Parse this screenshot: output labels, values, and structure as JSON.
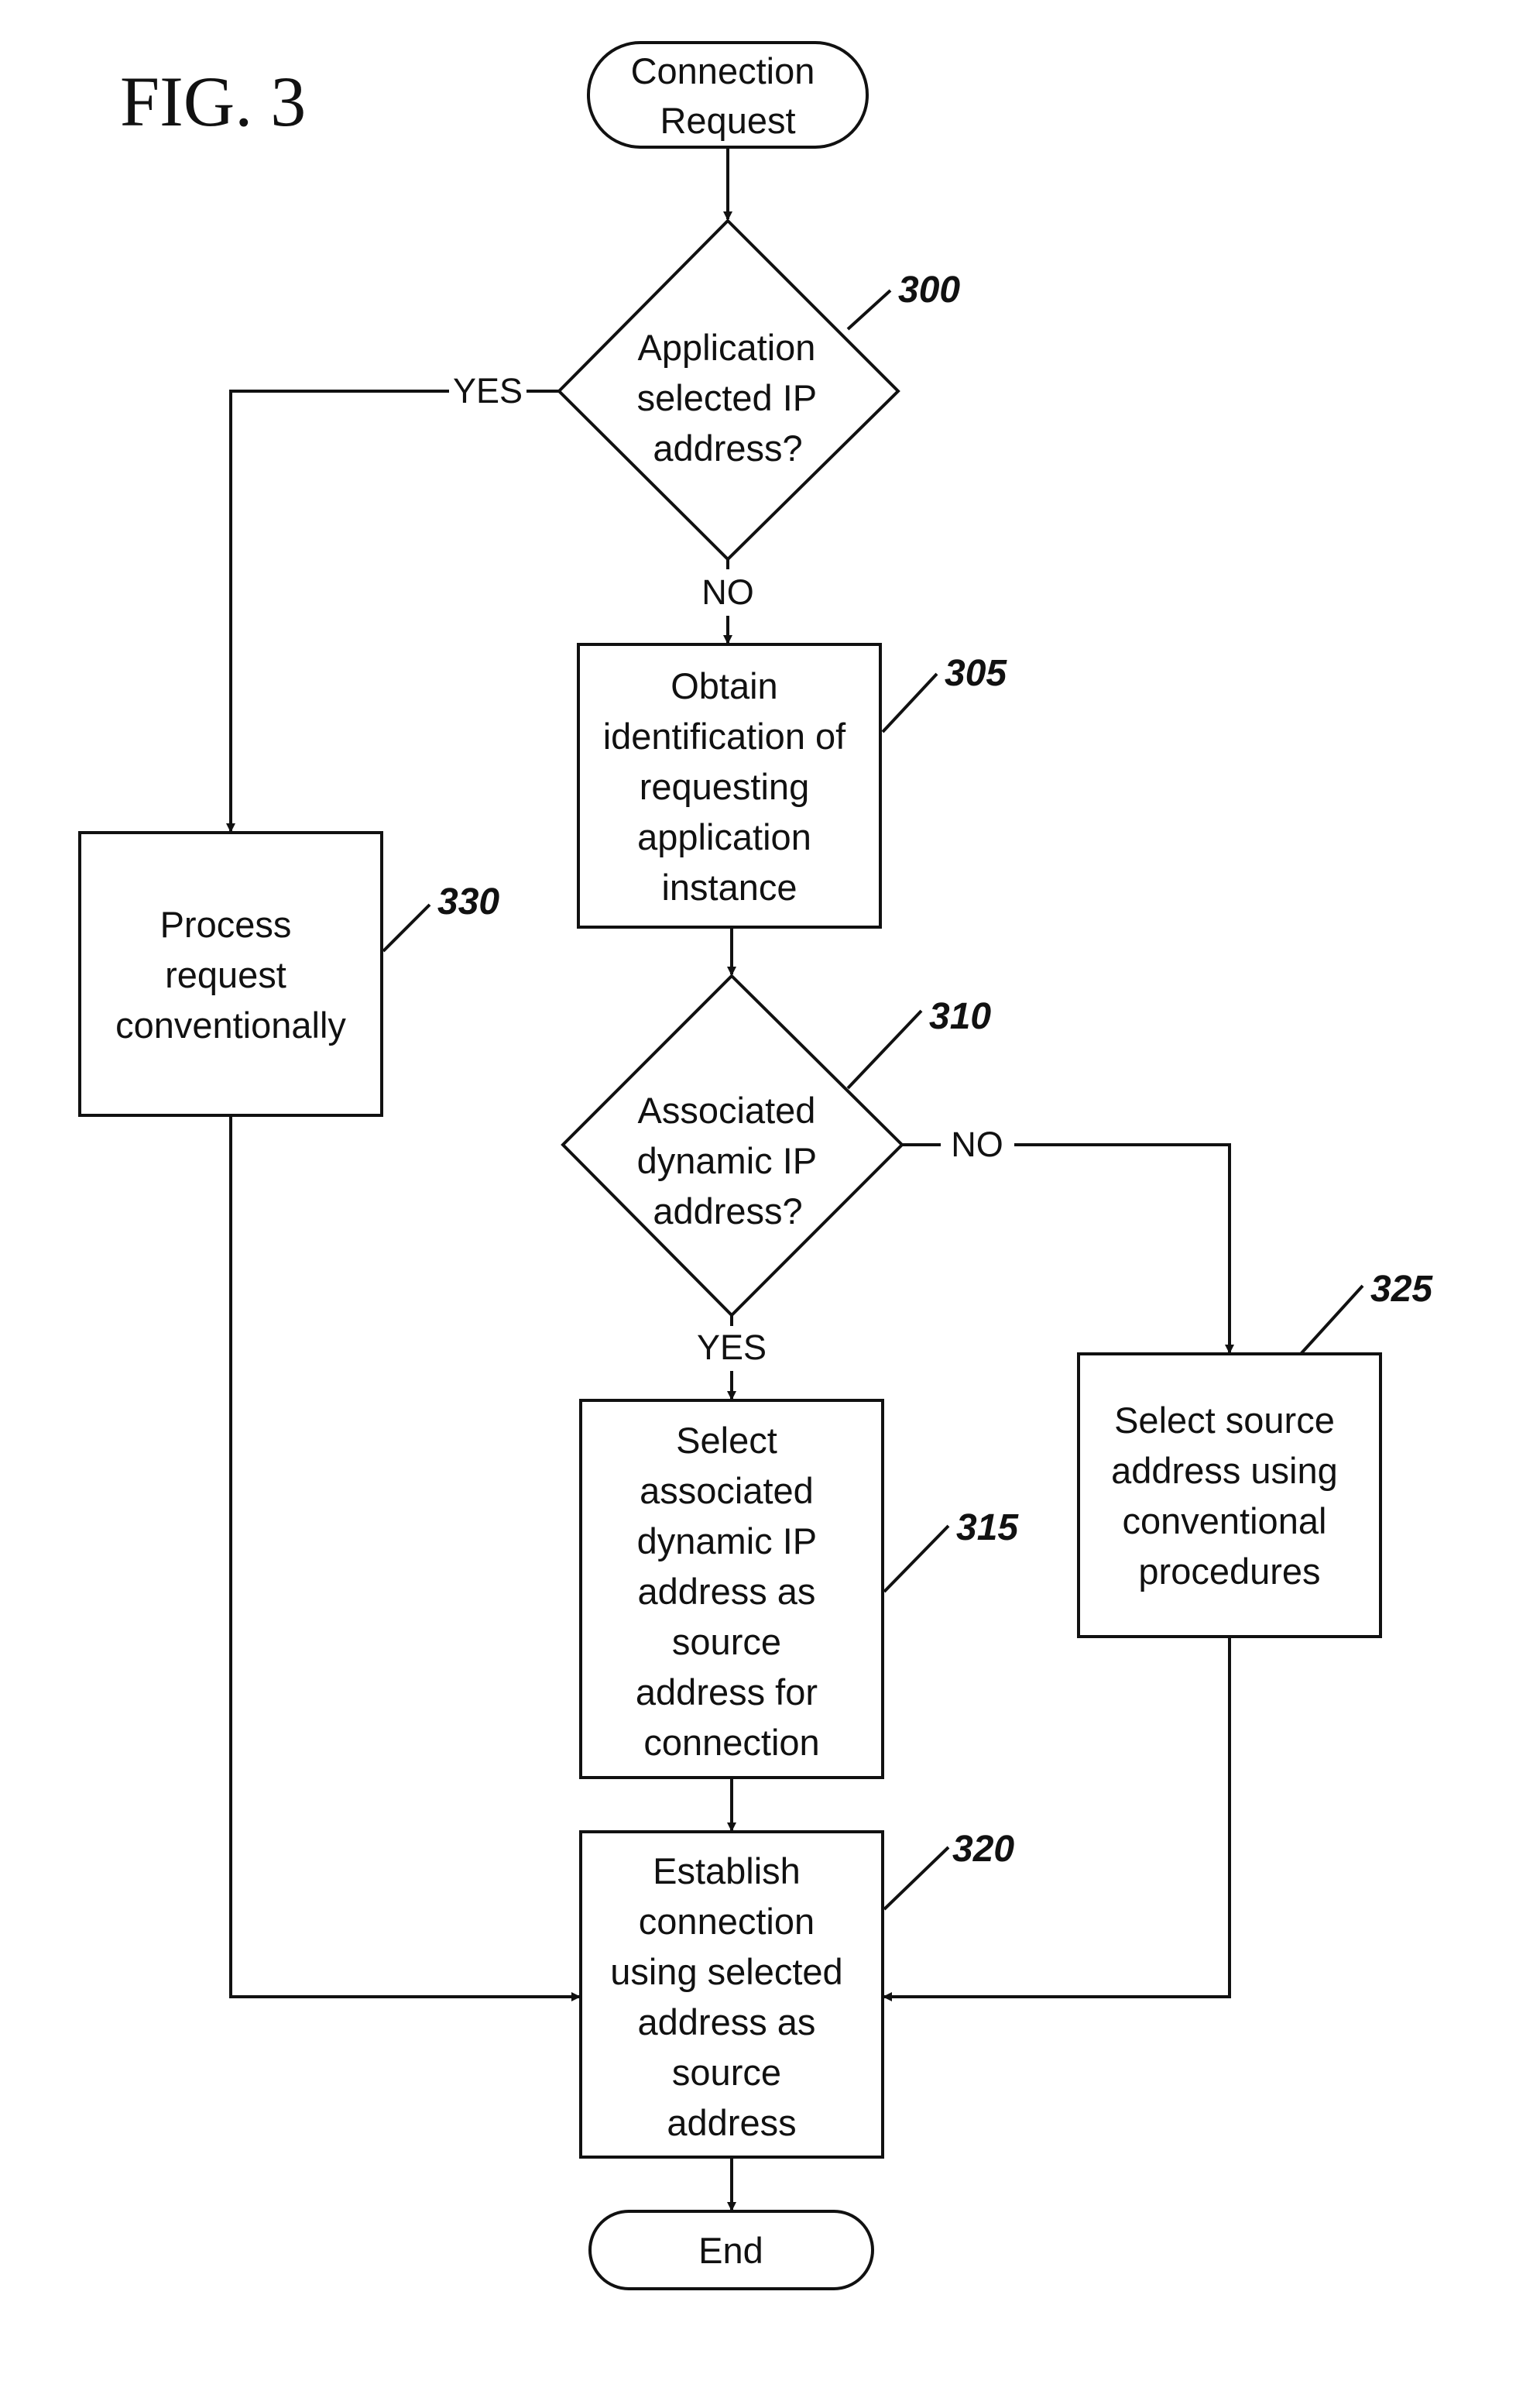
{
  "figure_label": "FIG. 3",
  "nodes": {
    "start": {
      "lines": [
        "Connection",
        "Request"
      ]
    },
    "d300": {
      "ref": "300",
      "lines": [
        "Application",
        "selected IP",
        "address?"
      ]
    },
    "b305": {
      "ref": "305",
      "lines": [
        "Obtain",
        "identification of",
        "requesting",
        "application",
        "instance"
      ]
    },
    "d310": {
      "ref": "310",
      "lines": [
        "Associated",
        "dynamic IP",
        "address?"
      ]
    },
    "b315": {
      "ref": "315",
      "lines": [
        "Select",
        "associated",
        "dynamic IP",
        "address as",
        "source",
        "address for",
        "connection"
      ]
    },
    "b320": {
      "ref": "320",
      "lines": [
        "Establish",
        "connection",
        "using selected",
        "address as",
        "source",
        "address"
      ]
    },
    "b325": {
      "ref": "325",
      "lines": [
        "Select source",
        "address using",
        "conventional",
        "procedures"
      ]
    },
    "b330": {
      "ref": "330",
      "lines": [
        "Process",
        "request",
        "conventionally"
      ]
    },
    "end": {
      "lines": [
        "End"
      ]
    }
  },
  "branches": {
    "d300_yes": "YES",
    "d300_no": "NO",
    "d310_no": "NO",
    "d310_yes": "YES"
  }
}
